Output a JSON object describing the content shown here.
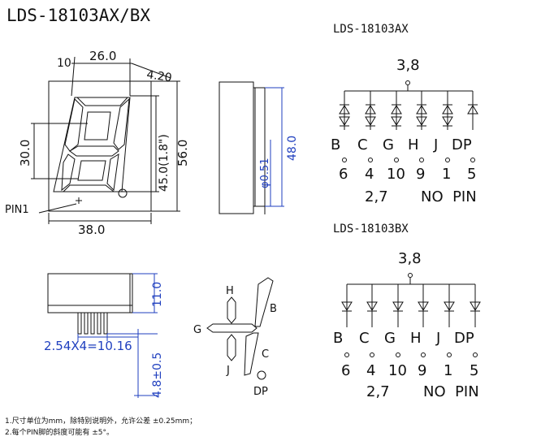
{
  "title": "LDS-18103AX/BX",
  "front_view": {
    "dims": {
      "d10": "10",
      "d26": "26.0",
      "d420": "4.20",
      "d30": "30.0",
      "d45": "45.0(1.8\")",
      "d56": "56.0",
      "d38": "38.0"
    },
    "pin1_label": "PIN1"
  },
  "side_view": {
    "dims": {
      "d051": "φ0.51",
      "d48": "48.0"
    }
  },
  "bottom_view": {
    "dims": {
      "d11": "11.0",
      "pitch": "2.54X4=10.16",
      "d48b": "4.8±0.5"
    }
  },
  "segment_map": {
    "labels": [
      "H",
      "B",
      "G",
      "C",
      "J",
      "DP"
    ]
  },
  "circuits": [
    {
      "name": "LDS-18103AX",
      "common": "3,8",
      "segments": [
        "B",
        "C",
        "G",
        "H",
        "J",
        "DP"
      ],
      "pins": [
        "6",
        "4",
        "10",
        "9",
        "1",
        "5"
      ],
      "footer_left": "2,7",
      "footer_right": "NO  PIN"
    },
    {
      "name": "LDS-18103BX",
      "common": "3,8",
      "segments": [
        "B",
        "C",
        "G",
        "H",
        "J",
        "DP"
      ],
      "pins": [
        "6",
        "4",
        "10",
        "9",
        "1",
        "5"
      ],
      "footer_left": "2,7",
      "footer_right": "NO  PIN"
    }
  ],
  "notes": [
    "1.尺寸单位为mm，除特别说明外，允许公差 ±0.25mm；",
    "2.每个PIN脚的斜度可能有 ±5°。"
  ]
}
